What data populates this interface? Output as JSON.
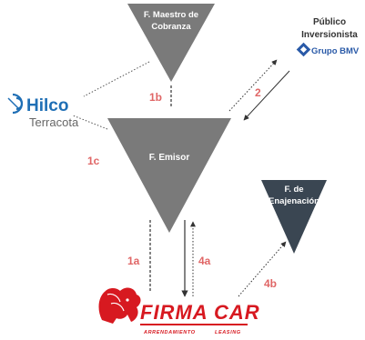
{
  "nodes": {
    "maestro": {
      "line1": "F. Maestro de",
      "line2": "Cobranza"
    },
    "emisor": {
      "label": "F. Emisor"
    },
    "enajenacion": {
      "line1": "F. de",
      "line2": "Enajenación"
    },
    "publico": {
      "line1": "Público",
      "line2": "Inversionista",
      "logo_text": "Grupo BMV"
    },
    "hilco": {
      "brand": "Hilco",
      "sub": "Terracota"
    },
    "firma_car": {
      "brand": "FIRMA CAR",
      "tag_left": "ARRENDAMIENTO",
      "tag_right": "LEASING"
    }
  },
  "edges": {
    "e1a": "1a",
    "e1b": "1b",
    "e1c": "1c",
    "e2": "2",
    "e4a": "4a",
    "e4b": "4b"
  },
  "colors": {
    "triangle_gray": "#7a7a7a",
    "triangle_dark": "#3a4652",
    "edge_label": "#e06666",
    "hilco_blue": "#1f6fb5",
    "bmv_blue": "#2a5aa8",
    "firma_red": "#d71920",
    "text_dark": "#333333"
  }
}
